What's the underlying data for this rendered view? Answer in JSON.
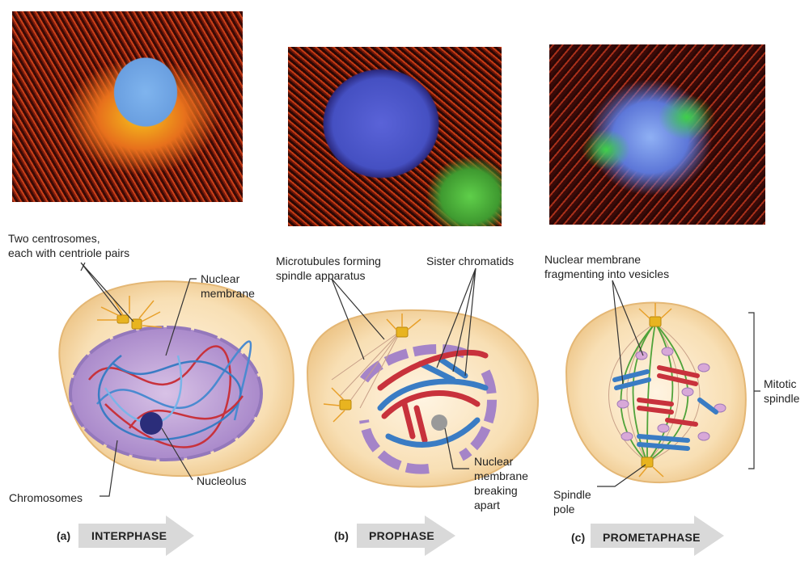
{
  "panels": [
    {
      "tag": "(a)",
      "phase": "INTERPHASE",
      "labels": {
        "centrosomes": "Two centrosomes,\neach with centriole pairs",
        "nuclear_membrane": "Nuclear\nmembrane",
        "nucleolus": "Nucleolus",
        "chromosomes": "Chromosomes"
      }
    },
    {
      "tag": "(b)",
      "phase": "PROPHASE",
      "labels": {
        "microtubules": "Microtubules forming\nspindle apparatus",
        "sister_chromatids": "Sister chromatids",
        "membrane_breaking": "Nuclear\nmembrane\nbreaking\napart"
      }
    },
    {
      "tag": "(c)",
      "phase": "PROMETAPHASE",
      "labels": {
        "fragmenting": "Nuclear membrane\nfragmenting into vesicles",
        "mitotic_spindle": "Mitotic\nspindle",
        "spindle_pole": "Spindle\npole"
      }
    }
  ],
  "colors": {
    "cell": "#f6d9a6",
    "arrow": "#d9d9d9",
    "chrom_red": "#c8323c",
    "chrom_blue": "#3a7cc4",
    "spindle": "#4fa33a",
    "centrosome": "#e8b420"
  }
}
